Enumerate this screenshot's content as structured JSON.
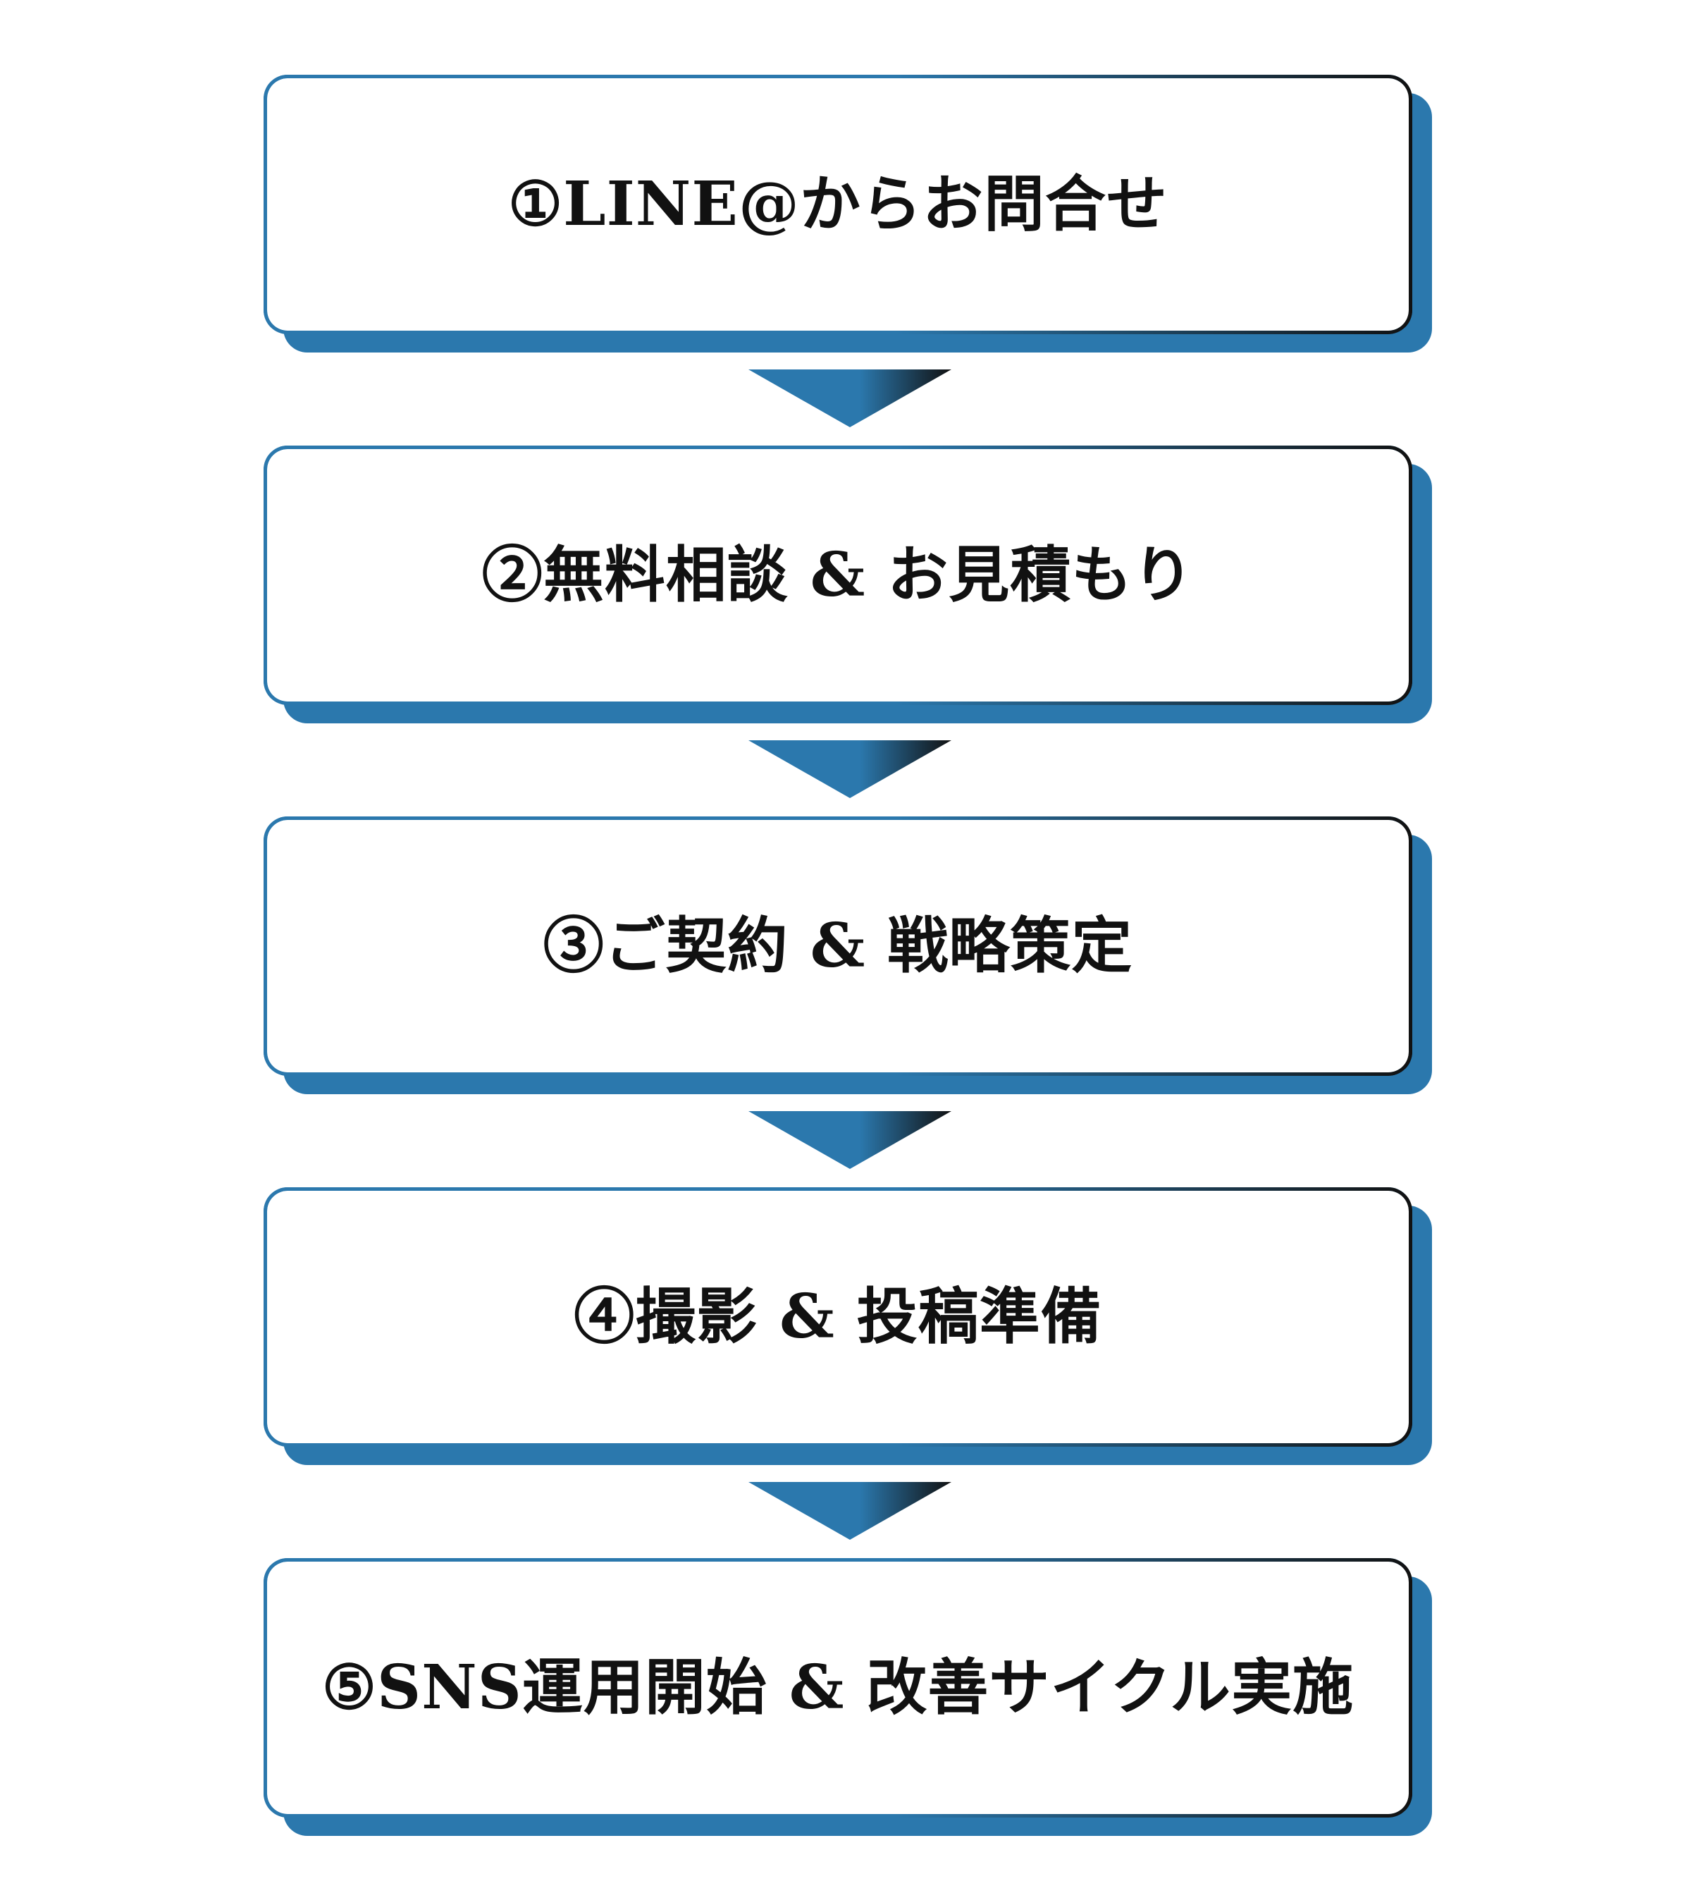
{
  "colors": {
    "accent": "#2b78ad",
    "dark": "#111111",
    "box_fill": "#ffffff",
    "text": "#111111"
  },
  "steps": [
    {
      "label": "①LINE@からお問合せ"
    },
    {
      "label": "②無料相談 & お見積もり"
    },
    {
      "label": "③ご契約 & 戦略策定"
    },
    {
      "label": "④撮影 & 投稿準備"
    },
    {
      "label": "⑤SNS運用開始 & 改善サイクル実施"
    }
  ],
  "connector_icon": "down-triangle-arrow-icon"
}
